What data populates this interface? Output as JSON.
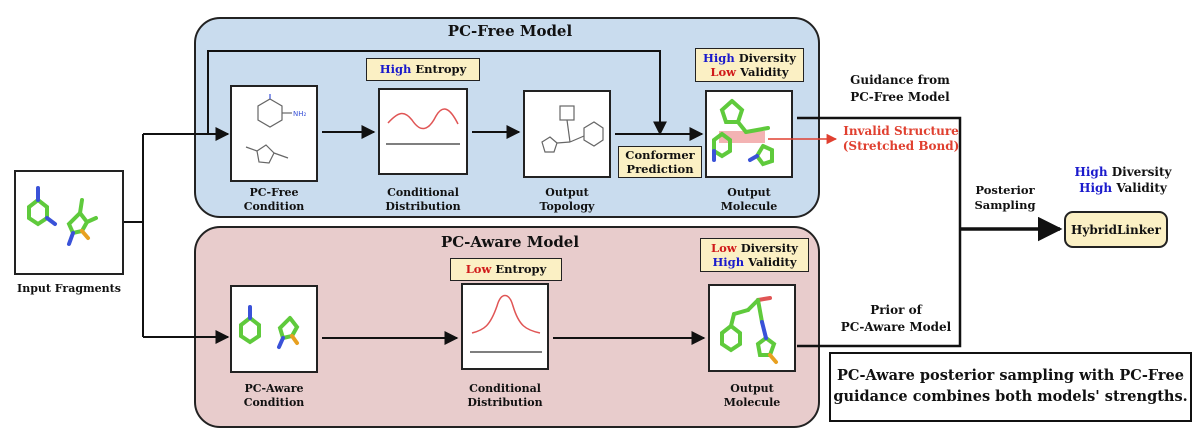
{
  "pc_free_model": {
    "title": "PC-Free Model",
    "condition_label_1": "PC-Free",
    "condition_label_2": "Condition",
    "distribution_label_1": "Conditional",
    "distribution_label_2": "Distribution",
    "topology_label_1": "Output",
    "topology_label_2": "Topology",
    "molecule_label_1": "Output",
    "molecule_label_2": "Molecule",
    "entropy_tag": {
      "level": "High",
      "text": "Entropy"
    },
    "quality_tag": {
      "line1_level": "High",
      "line1_text": "Diversity",
      "line2_level": "Low",
      "line2_text": "Validity"
    },
    "conformer_label_1": "Conformer",
    "conformer_label_2": "Prediction",
    "atom_label": "NH₂"
  },
  "pc_aware_model": {
    "title": "PC-Aware Model",
    "condition_label_1": "PC-Aware",
    "condition_label_2": "Condition",
    "distribution_label_1": "Conditional",
    "distribution_label_2": "Distribution",
    "molecule_label_1": "Output",
    "molecule_label_2": "Molecule",
    "entropy_tag": {
      "level": "Low",
      "text": "Entropy"
    },
    "quality_tag": {
      "line1_level": "Low",
      "line1_text": "Diversity",
      "line2_level": "High",
      "line2_text": "Validity"
    }
  },
  "input": {
    "label": "Input Fragments"
  },
  "guidance": {
    "line1": "Guidance from",
    "line2": "PC-Free Model"
  },
  "invalid": {
    "line1": "Invalid Structure",
    "line2": "(Stretched Bond)"
  },
  "prior": {
    "line1": "Prior of",
    "line2": "PC-Aware Model"
  },
  "posterior": {
    "line1": "Posterior",
    "line2": "Sampling"
  },
  "hybrid": {
    "name": "HybridLinker",
    "line1_level": "High",
    "line1_text": "Diversity",
    "line2_level": "High",
    "line2_text": "Validity"
  },
  "summary": {
    "line1": "PC-Aware posterior sampling with PC-Free",
    "line2": "guidance combines both models' strengths."
  },
  "colors": {
    "pc_free_bg": "#c9dcee",
    "pc_aware_bg": "#e8cccc",
    "tag_bg": "#fbf0c4",
    "high": "#1a1acc",
    "low": "#d01a1a",
    "invalid": "#e04030",
    "bond_green": "#5fca3c",
    "nitrogen_blue": "#3a52d8",
    "sulfur_orange": "#e8a020"
  },
  "icons": [
    "molecule-icon",
    "distribution-curve-icon",
    "arrow-icon"
  ]
}
